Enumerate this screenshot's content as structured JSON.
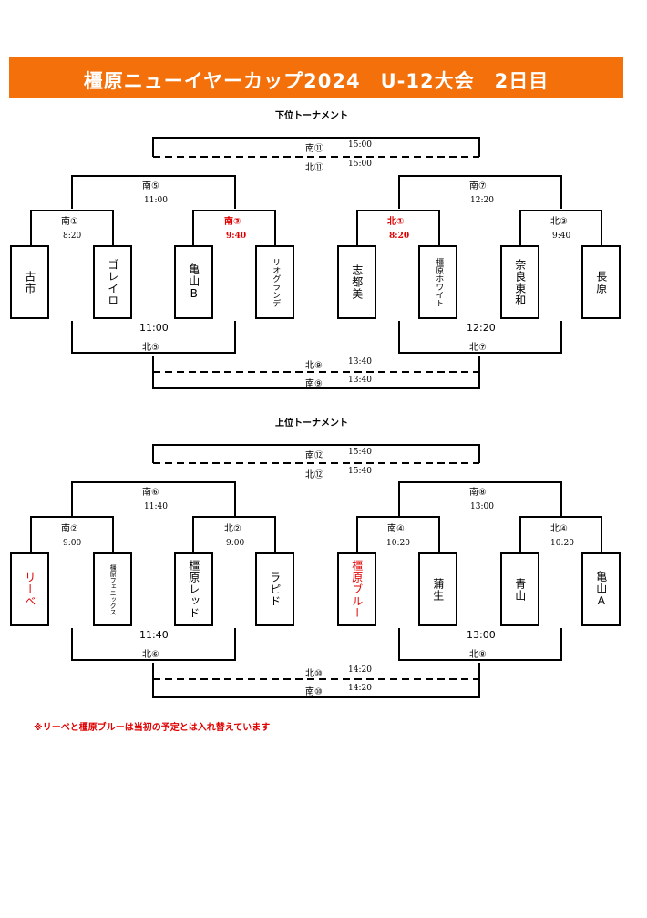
{
  "title": "橿原ニューイヤーカップ2024　U-12大会　2日目",
  "colors": {
    "title_bg": "#f4700a",
    "highlight": "#e00000"
  },
  "lower": {
    "label": "下位トーナメント",
    "final_top_label": "南⑪",
    "final_top_time": "15:00",
    "final_bot_label": "北⑪",
    "final_bot_time": "15:00",
    "semi_left_label": "南⑤",
    "semi_left_time": "11:00",
    "semi_right_label": "南⑦",
    "semi_right_time": "12:20",
    "qf1_label": "南①",
    "qf1_time": "8:20",
    "qf2_label": "南③",
    "qf2_time": "9:40",
    "qf3_label": "北①",
    "qf3_time": "8:20",
    "qf4_label": "北③",
    "qf4_time": "9:40",
    "teams": [
      "古市",
      "ゴレイロ",
      "亀山B",
      "リオグランデ",
      "志都美",
      "橿原ホワイト",
      "奈良東和",
      "長原"
    ],
    "bsemi_left_time": "11:00",
    "bsemi_left_label": "北⑤",
    "bsemi_right_time": "12:20",
    "bsemi_right_label": "北⑦",
    "bfinal_top_label": "北⑨",
    "bfinal_top_time": "13:40",
    "bfinal_bot_label": "南⑨",
    "bfinal_bot_time": "13:40"
  },
  "upper": {
    "label": "上位トーナメント",
    "final_top_label": "南⑫",
    "final_top_time": "15:40",
    "final_bot_label": "北⑫",
    "final_bot_time": "15:40",
    "semi_left_label": "南⑥",
    "semi_left_time": "11:40",
    "semi_right_label": "南⑧",
    "semi_right_time": "13:00",
    "qf1_label": "南②",
    "qf1_time": "9:00",
    "qf2_label": "北②",
    "qf2_time": "9:00",
    "qf3_label": "南④",
    "qf3_time": "10:20",
    "qf4_label": "北④",
    "qf4_time": "10:20",
    "teams": [
      "リーベ",
      "橿原フェニックス",
      "橿原レッド",
      "ラピド",
      "橿原ブルー",
      "蒲生",
      "青山",
      "亀山A"
    ],
    "bsemi_left_time": "11:40",
    "bsemi_left_label": "北⑥",
    "bsemi_right_time": "13:00",
    "bsemi_right_label": "北⑧",
    "bfinal_top_label": "北⑩",
    "bfinal_top_time": "14:20",
    "bfinal_bot_label": "南⑩",
    "bfinal_bot_time": "14:20"
  },
  "note": "※リーベと橿原ブルーは当初の予定とは入れ替えています"
}
